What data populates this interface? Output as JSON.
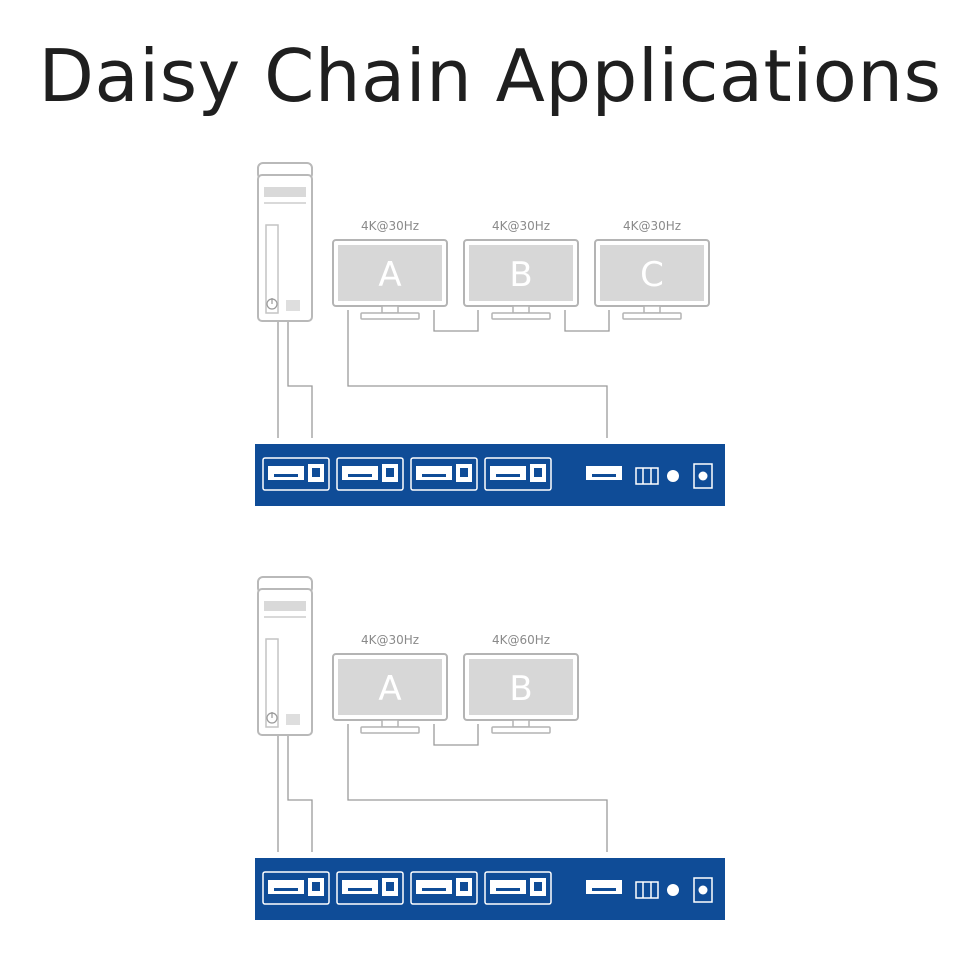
{
  "title": "Daisy Chain Applications",
  "colors": {
    "hub_blue": "#0f4c97",
    "line_gray": "#9b9b9b",
    "screen_gray": "#d7d7d7",
    "text_dark": "#1f1f1f"
  },
  "diagrams": [
    {
      "monitors": [
        {
          "letter": "A",
          "resolution": "4K@30Hz"
        },
        {
          "letter": "B",
          "resolution": "4K@30Hz"
        },
        {
          "letter": "C",
          "resolution": "4K@30Hz"
        }
      ]
    },
    {
      "monitors": [
        {
          "letter": "A",
          "resolution": "4K@30Hz"
        },
        {
          "letter": "B",
          "resolution": "4K@60Hz"
        }
      ]
    }
  ]
}
